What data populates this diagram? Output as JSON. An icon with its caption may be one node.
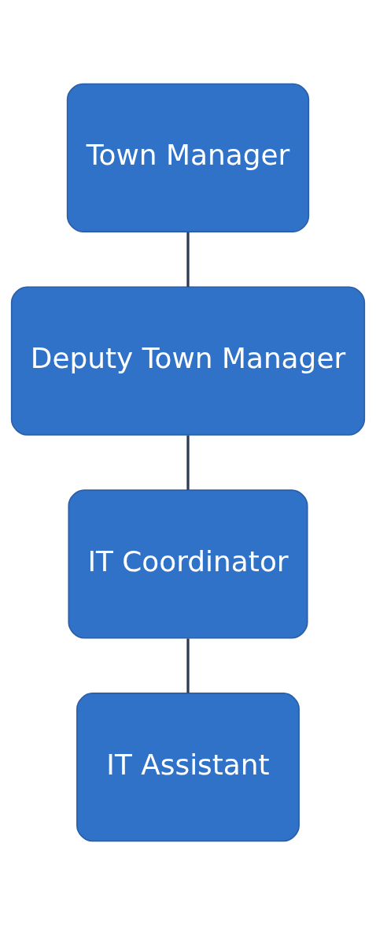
{
  "diagram": {
    "nodes": [
      {
        "text": [
          "Town Manager"
        ]
      },
      {
        "text": [
          "Deputy Town Manager"
        ]
      },
      {
        "text": [
          "IT Coordinator"
        ]
      },
      {
        "text": [
          "IT Assistant"
        ]
      }
    ],
    "edges": [
      {
        "from": 0,
        "to": 1,
        "arrow": "none"
      },
      {
        "from": 1,
        "to": 2,
        "arrow": "none"
      },
      {
        "from": 2,
        "to": 3,
        "arrow": "none"
      }
    ]
  }
}
